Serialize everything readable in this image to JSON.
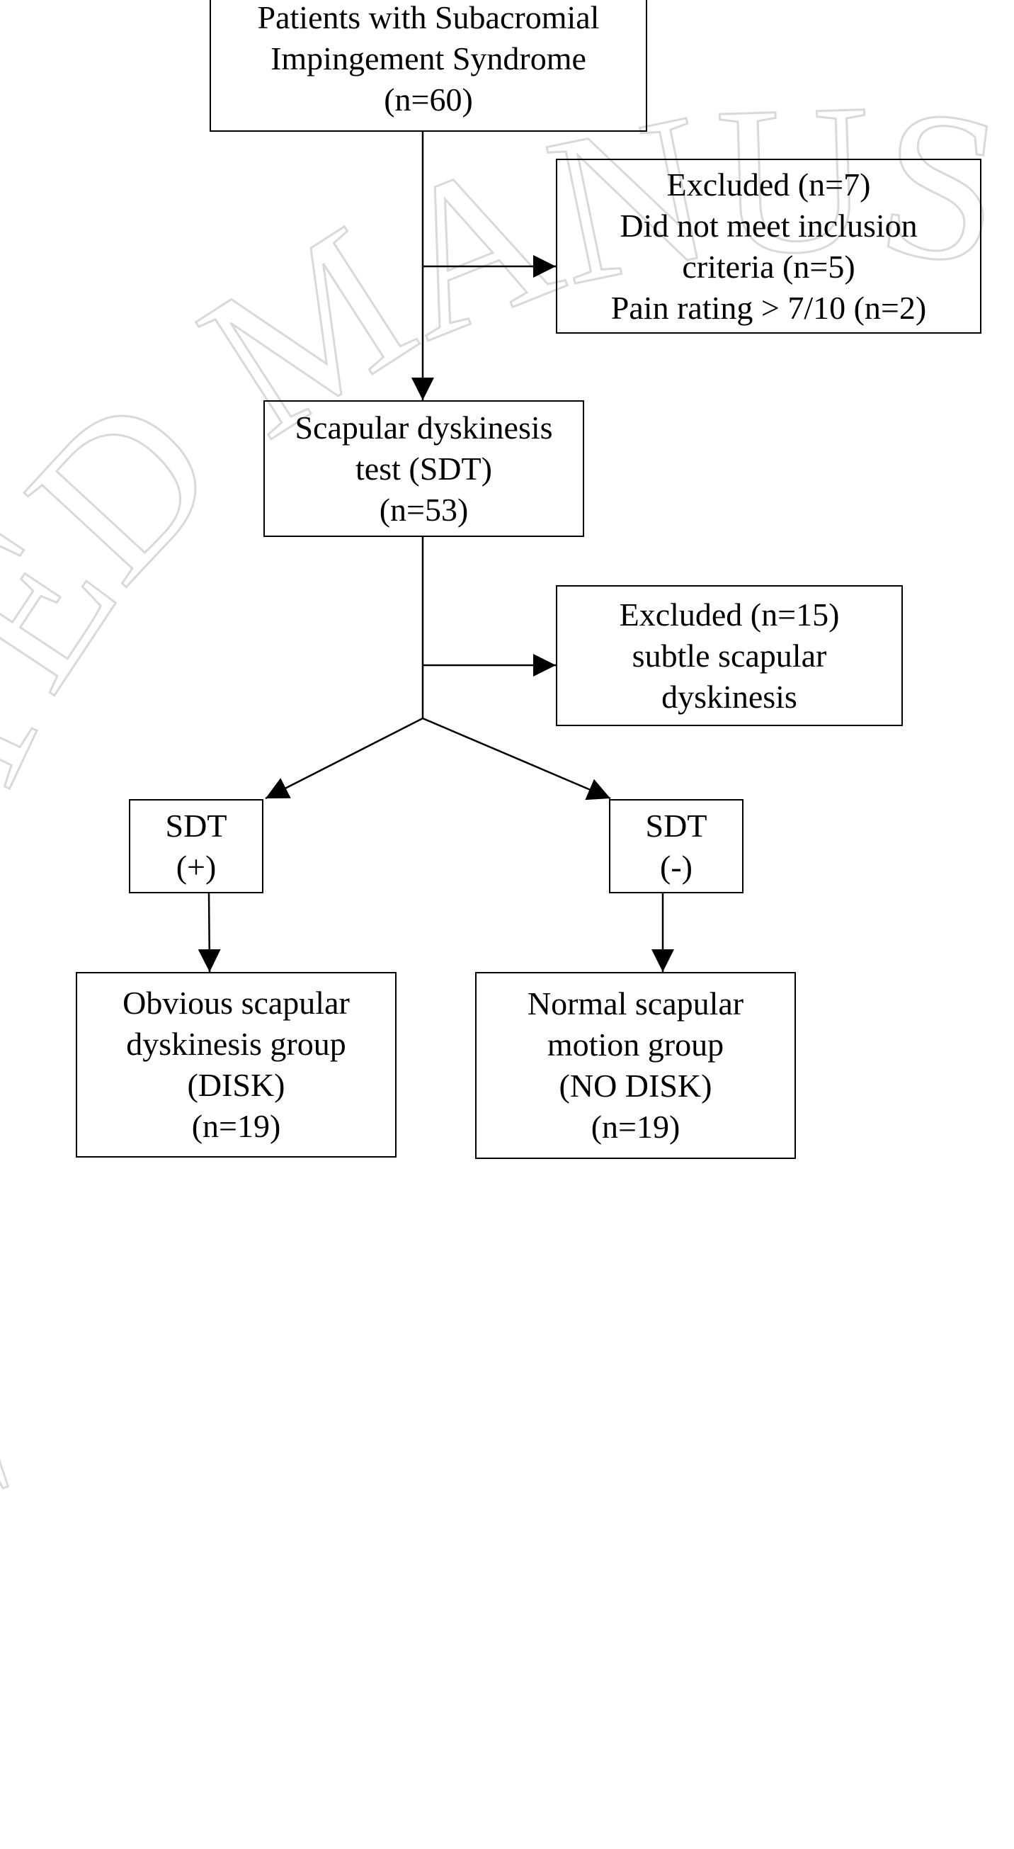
{
  "watermark": {
    "text": "ACCEPTED MANUSCRIPT"
  },
  "flowchart": {
    "patients": {
      "lines": [
        "Patients with Subacromial",
        "Impingement Syndrome",
        "(n=60)"
      ]
    },
    "excluded_first": {
      "lines": [
        "Excluded (n=7)",
        "Did not meet inclusion",
        "criteria (n=5)",
        "Pain rating > 7/10 (n=2)"
      ]
    },
    "sdt": {
      "lines": [
        "Scapular dyskinesis",
        "test (SDT)",
        "(n=53)"
      ]
    },
    "excluded_second": {
      "lines": [
        "Excluded (n=15)",
        "subtle scapular",
        "dyskinesis"
      ]
    },
    "sdt_positive": {
      "lines": [
        "SDT",
        "(+)"
      ]
    },
    "sdt_negative": {
      "lines": [
        "SDT",
        "(-)"
      ]
    },
    "disk_group": {
      "lines": [
        "Obvious scapular",
        "dyskinesis group",
        "(DISK)",
        "(n=19)"
      ]
    },
    "no_disk_group": {
      "lines": [
        "Normal scapular",
        "motion group",
        "(NO DISK)",
        "(n=19)"
      ]
    }
  },
  "colors": {
    "line": "#000000",
    "watermark": "#d9d9d9",
    "background": "#ffffff"
  }
}
